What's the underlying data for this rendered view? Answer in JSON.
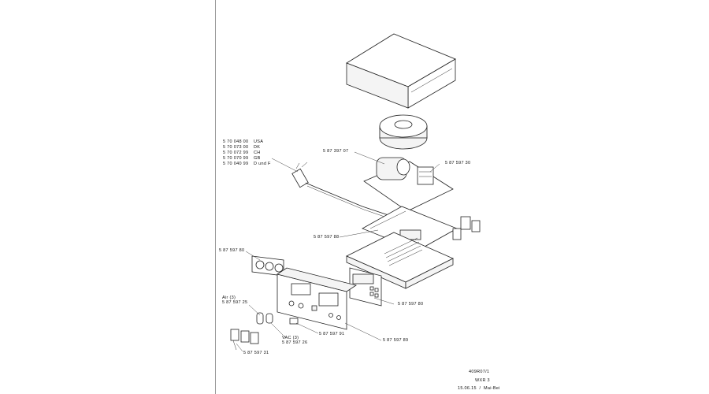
{
  "cord_variants": [
    {
      "number": "5 70 048 00",
      "country": "USA"
    },
    {
      "number": "5 70 073 00",
      "country": "DK"
    },
    {
      "number": "5 70 072 99",
      "country": "CH"
    },
    {
      "number": "5 70 070 99",
      "country": "GB"
    },
    {
      "number": "5 70 040 99",
      "country": "D und F"
    }
  ],
  "parts": {
    "transformer_holder": "5 87 397 07",
    "relay": "5 87 597 30",
    "circuit_board": "5 87 597 88",
    "knob_set": "5 87 597 80",
    "display_module": "5 87 597 80",
    "air_label": "Air (3)",
    "air_part": "5 87 597 25",
    "vac_label": "VAC (3)",
    "vac_part": "5 87 597 26",
    "small_part": "5 87 597 91",
    "front_panel": "5 87 597 89",
    "connectors": "5 87 597 31"
  },
  "title_block": {
    "doc_number": "409R07/1",
    "model": "WXR 3",
    "date_author": "15.06.15  /  Mai-Bei"
  }
}
